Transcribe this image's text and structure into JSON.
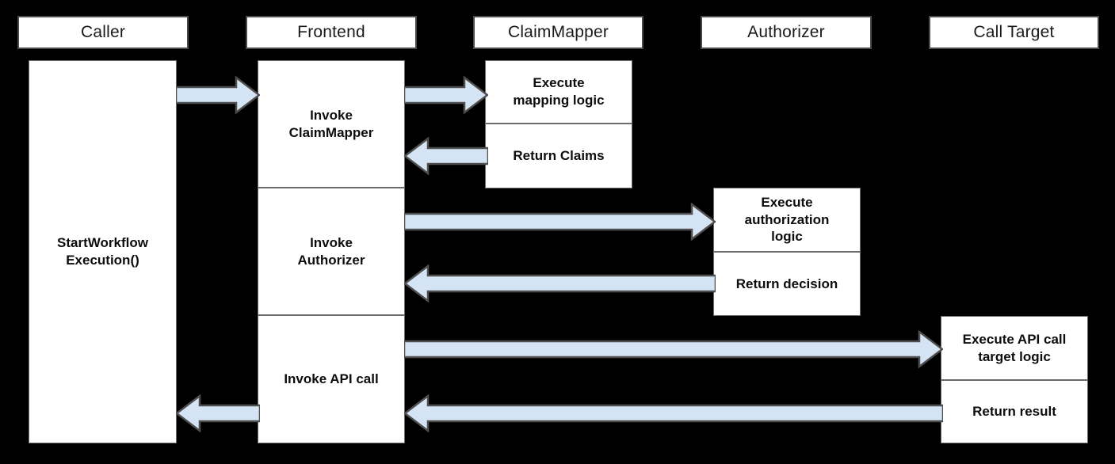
{
  "diagram": {
    "title": "Sequence diagram: StartWorkflowExecution with ClaimMapper, Authorizer and Call Target",
    "background_color": "#000000",
    "box_fill": "#ffffff",
    "box_border": "#4a4a4a",
    "arrow_fill": "#d4e4f4",
    "arrow_border": "#4f4f4f"
  },
  "lanes": [
    {
      "id": "caller",
      "label": "Caller"
    },
    {
      "id": "frontend",
      "label": "Frontend"
    },
    {
      "id": "claimmapper",
      "label": "ClaimMapper"
    },
    {
      "id": "authorizer",
      "label": "Authorizer"
    },
    {
      "id": "calltarget",
      "label": "Call Target"
    }
  ],
  "activations": {
    "caller": [
      {
        "id": "caller-main",
        "label": "StartWorkflow\nExecution()"
      }
    ],
    "frontend": [
      {
        "id": "frontend-claimmapper",
        "label": "Invoke\nClaimMapper"
      },
      {
        "id": "frontend-authorizer",
        "label": "Invoke\nAuthorizer"
      },
      {
        "id": "frontend-apicall",
        "label": "Invoke API call"
      }
    ],
    "claimmapper": [
      {
        "id": "cm-execute",
        "label": "Execute\nmapping logic"
      },
      {
        "id": "cm-return",
        "label": "Return Claims"
      }
    ],
    "authorizer": [
      {
        "id": "az-execute",
        "label": "Execute\nauthorization\nlogic"
      },
      {
        "id": "az-return",
        "label": "Return decision"
      }
    ],
    "calltarget": [
      {
        "id": "ct-execute",
        "label": "Execute API call\ntarget logic"
      },
      {
        "id": "ct-return",
        "label": "Return result"
      }
    ]
  },
  "messages": [
    {
      "id": "msg-caller-to-frontend",
      "direction": "right",
      "from": "caller",
      "to": "frontend",
      "label": ""
    },
    {
      "id": "msg-frontend-to-claimmapper",
      "direction": "right",
      "from": "frontend",
      "to": "claimmapper",
      "label": ""
    },
    {
      "id": "msg-claimmapper-to-frontend",
      "direction": "left",
      "from": "claimmapper",
      "to": "frontend",
      "label": ""
    },
    {
      "id": "msg-frontend-to-authorizer",
      "direction": "right",
      "from": "frontend",
      "to": "authorizer",
      "label": ""
    },
    {
      "id": "msg-authorizer-to-frontend",
      "direction": "left",
      "from": "authorizer",
      "to": "frontend",
      "label": ""
    },
    {
      "id": "msg-frontend-to-calltarget",
      "direction": "right",
      "from": "frontend",
      "to": "calltarget",
      "label": ""
    },
    {
      "id": "msg-calltarget-to-frontend",
      "direction": "left",
      "from": "calltarget",
      "to": "frontend",
      "label": ""
    },
    {
      "id": "msg-frontend-to-caller",
      "direction": "left",
      "from": "frontend",
      "to": "caller",
      "label": ""
    }
  ]
}
